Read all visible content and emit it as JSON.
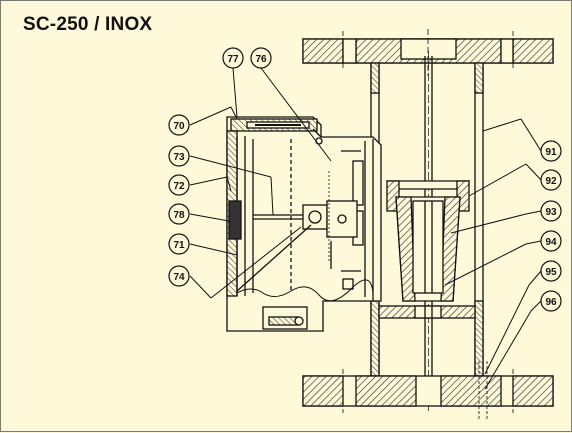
{
  "title": "SC-250 / INOX",
  "callouts": {
    "c77": "77",
    "c76": "76",
    "c70": "70",
    "c73": "73",
    "c72": "72",
    "c78": "78",
    "c71": "71",
    "c74": "74",
    "c91": "91",
    "c92": "92",
    "c93": "93",
    "c94": "94",
    "c95": "95",
    "c96": "96"
  },
  "colors": {
    "background": "#fdf9d9",
    "ink": "#111111",
    "hatch": "#444444"
  }
}
